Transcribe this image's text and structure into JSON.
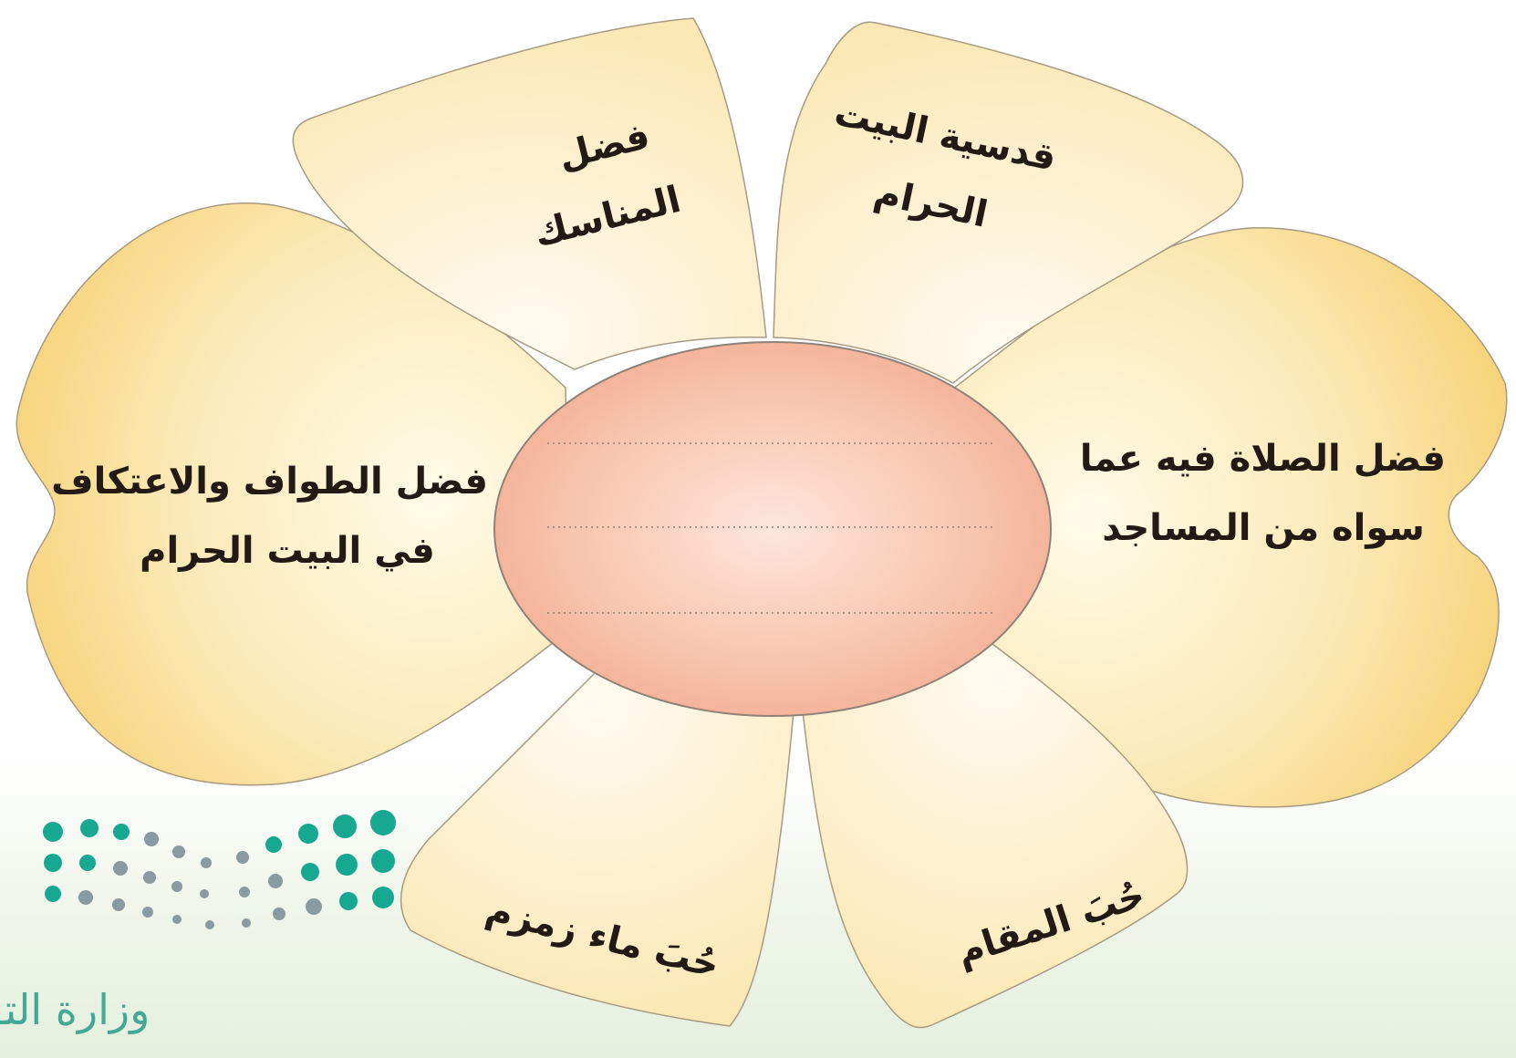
{
  "diagram": {
    "center": {
      "lines": 3
    },
    "petals": [
      {
        "id": "top-left",
        "lines": [
          "فضل",
          "المناسك"
        ]
      },
      {
        "id": "top-right",
        "lines": [
          "قدسية البيت",
          "الحرام"
        ]
      },
      {
        "id": "left",
        "lines": [
          "فضل الطواف والاعتكاف",
          "في البيت الحرام"
        ]
      },
      {
        "id": "right",
        "lines": [
          "فضل الصلاة فيه عما",
          "سواه من المساجد"
        ]
      },
      {
        "id": "bottom-left",
        "lines": [
          "حُبَ ماء زمزم"
        ]
      },
      {
        "id": "bottom-right",
        "lines": [
          "حُبَ المقام"
        ]
      }
    ]
  },
  "colors": {
    "petal_fill": "#fbe9b6",
    "petal_edge": "#f5d27a",
    "petal_stroke": "#a89a82",
    "center_fill": "#f3b69c",
    "center_stroke": "#8f8278",
    "logo_teal": "#17a891",
    "logo_gray": "#8a9aa3"
  },
  "logo": {
    "text": "وزارة التـ",
    "icon": "ministry-of-education-dots-logo"
  }
}
